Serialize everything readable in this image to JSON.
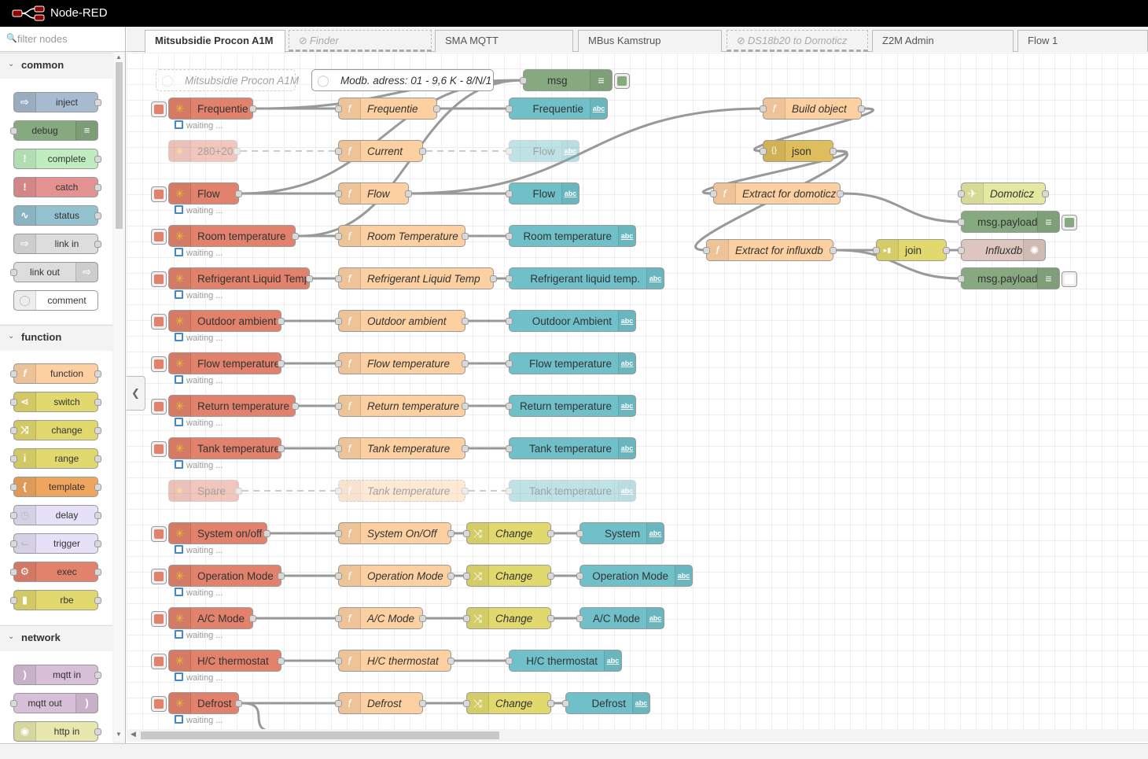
{
  "app": {
    "title": "Node-RED",
    "logo_icon": "node-red-logo"
  },
  "palette": {
    "search_placeholder": "filter nodes",
    "categories": [
      {
        "name": "common",
        "nodes": [
          "inject",
          "debug",
          "complete",
          "catch",
          "status",
          "link in",
          "link out",
          "comment"
        ]
      },
      {
        "name": "function",
        "nodes": [
          "function",
          "switch",
          "change",
          "range",
          "template",
          "delay",
          "trigger",
          "exec",
          "rbe"
        ]
      },
      {
        "name": "network",
        "nodes": [
          "mqtt in",
          "mqtt out",
          "http in"
        ]
      }
    ]
  },
  "tabs": [
    {
      "label": "Mitsubsidie Procon A1M",
      "active": true,
      "disabled": false
    },
    {
      "label": "Finder",
      "active": false,
      "disabled": true
    },
    {
      "label": "SMA MQTT",
      "active": false,
      "disabled": false
    },
    {
      "label": "MBus Kamstrup",
      "active": false,
      "disabled": false
    },
    {
      "label": "DS18b20 to Domoticz",
      "active": false,
      "disabled": true
    },
    {
      "label": "Z2M Admin",
      "active": false,
      "disabled": false
    },
    {
      "label": "Flow 1",
      "active": false,
      "disabled": false
    }
  ],
  "flow": {
    "comments": [
      "Mitsubsidie Procon A1M",
      "Modb. adress: 01 - 9,6 K - 8/N/1"
    ],
    "status_waiting": "waiting ...",
    "ui_badge": "abc",
    "rows": [
      {
        "inject": "Frequentie",
        "func": "Frequentie",
        "ui": "Frequentie"
      },
      {
        "inject": "280+20",
        "func": "Current",
        "ui": "Flow"
      },
      {
        "inject": "Flow",
        "func": "Flow",
        "ui": "Flow"
      },
      {
        "inject": "Room temperature",
        "func": "Room Temperature",
        "ui": "Room temperature"
      },
      {
        "inject": "Refrigerant Liquid Temp",
        "func": "Refrigerant Liquid Temp",
        "ui": "Refrigerant liquid temp."
      },
      {
        "inject": "Outdoor ambient",
        "func": "Outdoor ambient",
        "ui": "Outdoor Ambient"
      },
      {
        "inject": "Flow temperature",
        "func": "Flow temperature",
        "ui": "Flow temperature"
      },
      {
        "inject": "Return temperature",
        "func": "Return temperature",
        "ui": "Return temperature"
      },
      {
        "inject": "Tank temperature",
        "func": "Tank temperature",
        "ui": "Tank temperature"
      },
      {
        "inject": "Spare",
        "func": "Tank temperature",
        "ui": "Tank temperature"
      },
      {
        "inject": "System on/off",
        "func": "System On/Off",
        "change": "Change",
        "ui": "System"
      },
      {
        "inject": "Operation Mode",
        "func": "Operation Mode",
        "change": "Change",
        "ui": "Operation Mode"
      },
      {
        "inject": "A/C Mode",
        "func": "A/C Mode",
        "change": "Change",
        "ui": "A/C Mode"
      },
      {
        "inject": "H/C thermostat",
        "func": "H/C thermostat",
        "ui": "H/C thermostat"
      },
      {
        "inject": "Defrost",
        "func": "Defrost",
        "change": "Change",
        "ui": "Defrost"
      }
    ],
    "right": {
      "debug_msg": "msg",
      "build_object": "Build object",
      "json": "json",
      "extract_domoticz": "Extract for domoticz",
      "extract_influxdb": "Extract for influxdb",
      "join": "join",
      "domoticz": "Domoticz",
      "msg_payload_1": "msg.payload",
      "influxdb": "Influxdb",
      "msg_payload_2": "msg.payload"
    }
  },
  "colors": {
    "inject": "#e2826c",
    "function": "#fdd0a2",
    "ui_text": "#70c0ca",
    "change": "#e2d96e",
    "debug": "#87a980",
    "json": "#debd5c"
  }
}
